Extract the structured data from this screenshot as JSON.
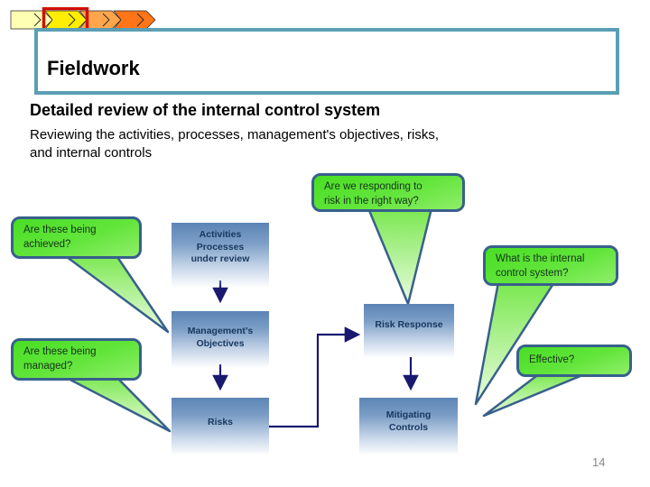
{
  "slide": {
    "title": "Fieldwork",
    "heading": "Detailed review of the internal control system",
    "body": "Reviewing the activities, processes, management's objectives, risks,\nand internal controls",
    "page_number": "14"
  },
  "callouts": {
    "responding": "Are we responding to\nrisk in the right way?",
    "achieved": "Are these being\nachieved?",
    "what_ics": "What is the internal\ncontrol system?",
    "managed": "Are these being\nmanaged?",
    "effective": "Effective?"
  },
  "flowchart": {
    "activities": "Activities\nProcesses\nunder review",
    "management_objectives": "Management’s\nObjectives",
    "risks": "Risks",
    "risk_response": "Risk Response",
    "mitigating_controls": "Mitigating\nControls"
  },
  "icons": {
    "progress_band": "chevron-arrow-steps",
    "current_step_marker": "red-outline-highlight"
  },
  "colors": {
    "callout_green": "#49de24",
    "callout_border": "#38608c",
    "box_blue_top": "#5b84b5",
    "box_text_navy": "#17375e",
    "connector_navy": "#191970",
    "title_border_teal": "#5b9fb5",
    "chevron_step_colors": [
      "#ffffb3",
      "#ffee00",
      "#ffa64d",
      "#ff7518"
    ],
    "highlight_red": "#d01000",
    "page_number_gray": "#888888"
  }
}
